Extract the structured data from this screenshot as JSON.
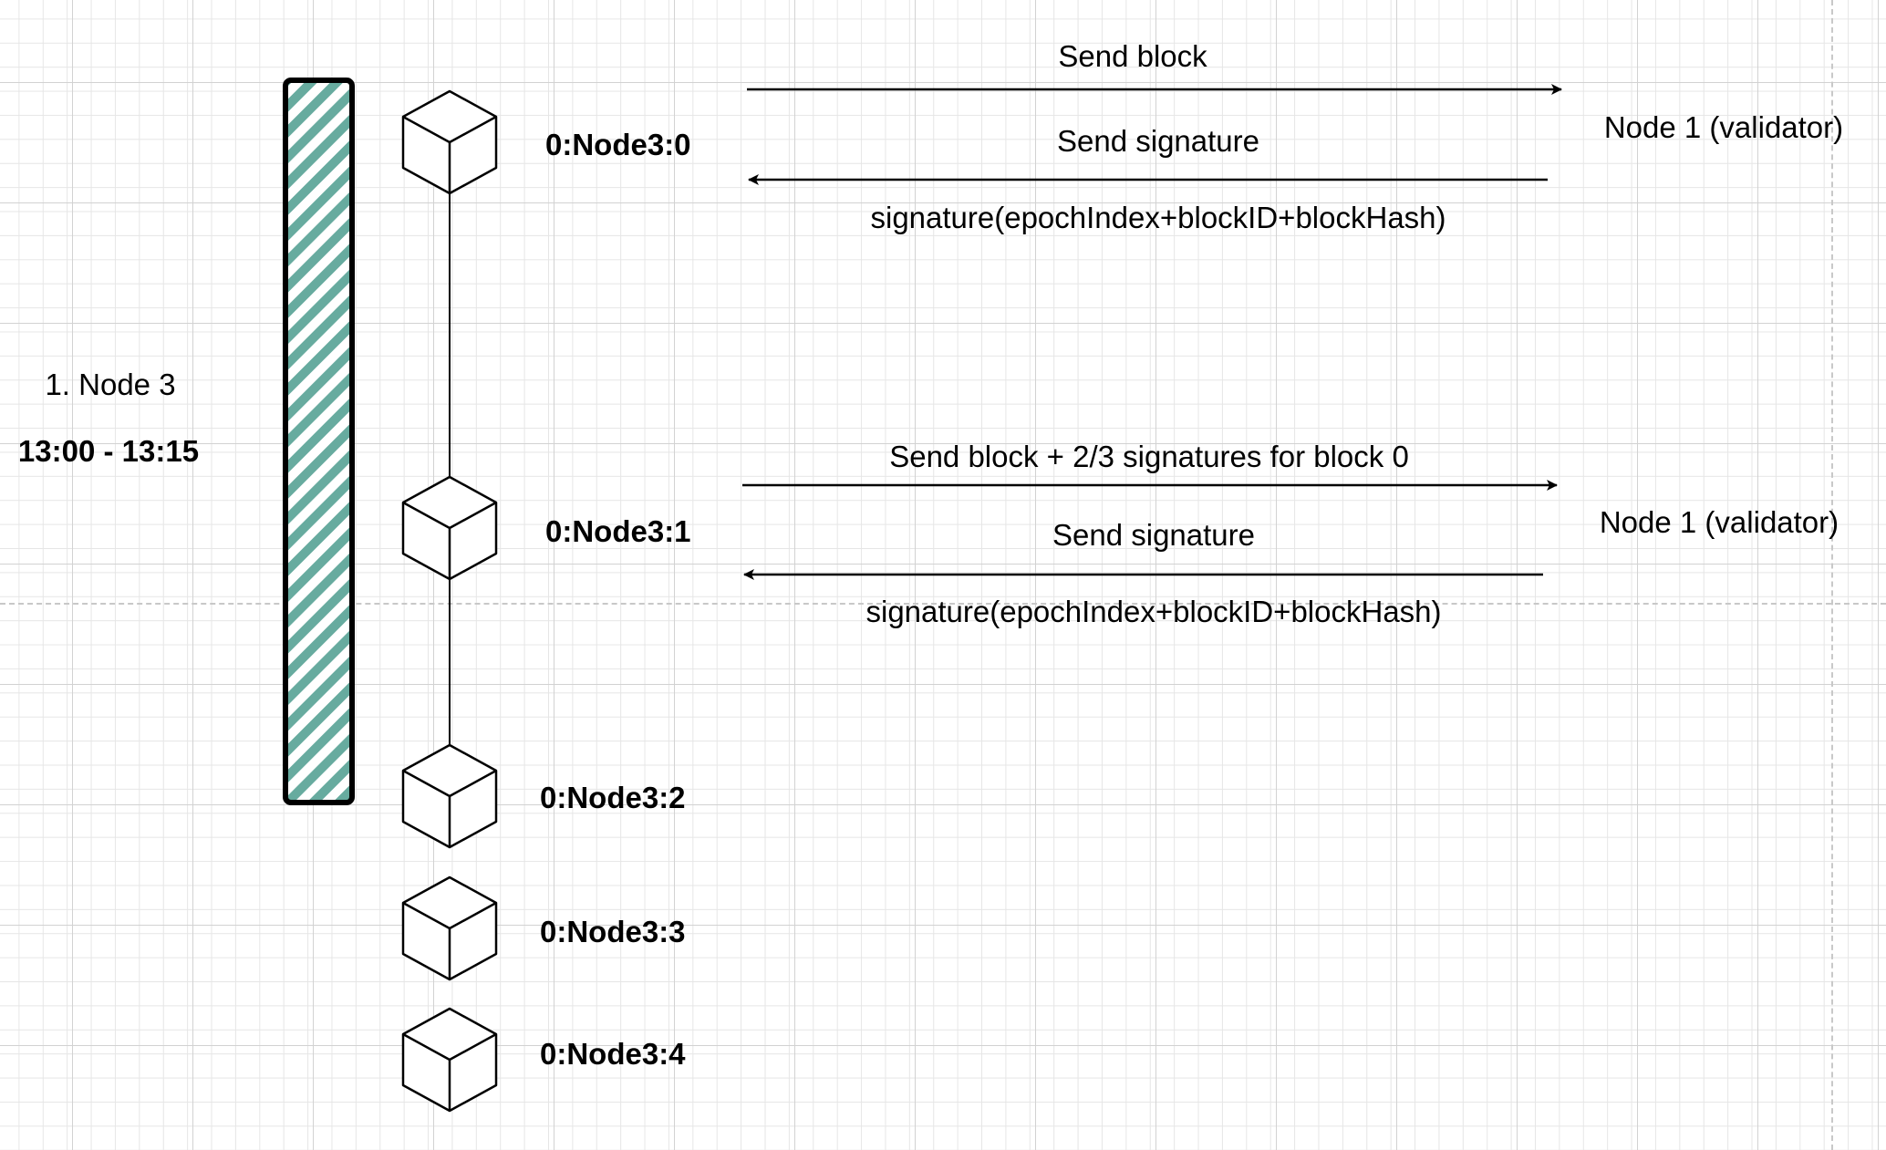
{
  "colors": {
    "hatch": "#67ab9f",
    "stroke": "#000000"
  },
  "left_panel": {
    "title": "1. Node 3",
    "time_range": "13:00 - 13:15"
  },
  "blocks": [
    {
      "label": "0:Node3:0"
    },
    {
      "label": "0:Node3:1"
    },
    {
      "label": "0:Node3:2"
    },
    {
      "label": "0:Node3:3"
    },
    {
      "label": "0:Node3:4"
    }
  ],
  "exchanges": [
    {
      "send_label": "Send block",
      "reply_label": "Send signature",
      "signature_label": "signature(epochIndex+blockID+blockHash)",
      "validator_label": "Node 1 (validator)"
    },
    {
      "send_label": "Send block + 2/3 signatures for block 0",
      "reply_label": "Send signature",
      "signature_label": "signature(epochIndex+blockID+blockHash)",
      "validator_label": "Node 1 (validator)"
    }
  ]
}
